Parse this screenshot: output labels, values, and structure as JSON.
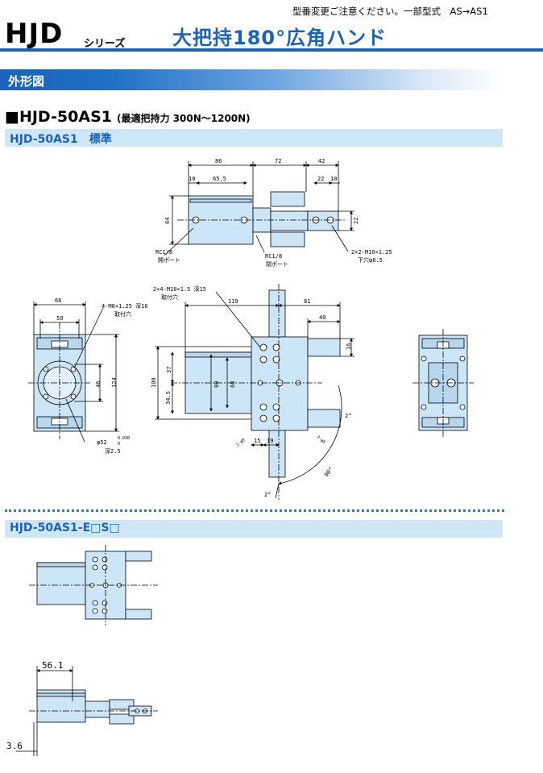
{
  "header": {
    "series_code": "HJD",
    "series_suffix": "シリーズ",
    "notice": "型番変更ご注意ください。一部型式　AS→AS1",
    "headline": "大把持180°広角ハンド"
  },
  "section": {
    "title": "外形図"
  },
  "model": {
    "name": "■HJD-50AS1",
    "grip_force": "(最適把持力 300N～1200N)"
  },
  "variants": {
    "standard": "HJD-50AS1　標準",
    "option": "HJD-50AS1-E□S□"
  },
  "dims": {
    "top": {
      "d86": "86",
      "d72": "72",
      "d42": "42",
      "d10a": "10",
      "d65_5": "65.5",
      "d22": "22",
      "d10b": "10",
      "d64": "64",
      "d22v": "22",
      "rc1": "RC1/8",
      "port1": "開ポート",
      "rc2": "RC1/8",
      "port2": "閉ポート",
      "tap": "2×2-M10×1.25",
      "hole": "下穴φ8.5"
    },
    "left": {
      "d66": "66",
      "d50": "50",
      "d46": "46",
      "d124": "124",
      "m8": "4-M8×1.25 深16",
      "mount": "取付穴",
      "phi52": "φ52",
      "tol": "0.030",
      "tol0": "0",
      "depth": "深2.5"
    },
    "center": {
      "m10": "2×4-M10×1.5 深15",
      "mount": "取付穴",
      "d119": "119",
      "d81": "81",
      "d40": "40",
      "d16": "16",
      "d100": "100",
      "d37": "37",
      "d34_5": "34.5",
      "d80": "80",
      "d68": "68",
      "d15": "15",
      "d19": "19",
      "phi8a": "2-φ8",
      "phi8b": "2-φ8",
      "ang2a": "2°",
      "ang90": "90°",
      "ang2b": "2°"
    },
    "lower": {
      "d56_1": "56.1",
      "d3_6": "3.6"
    }
  },
  "footer": {
    "page": "—"
  }
}
